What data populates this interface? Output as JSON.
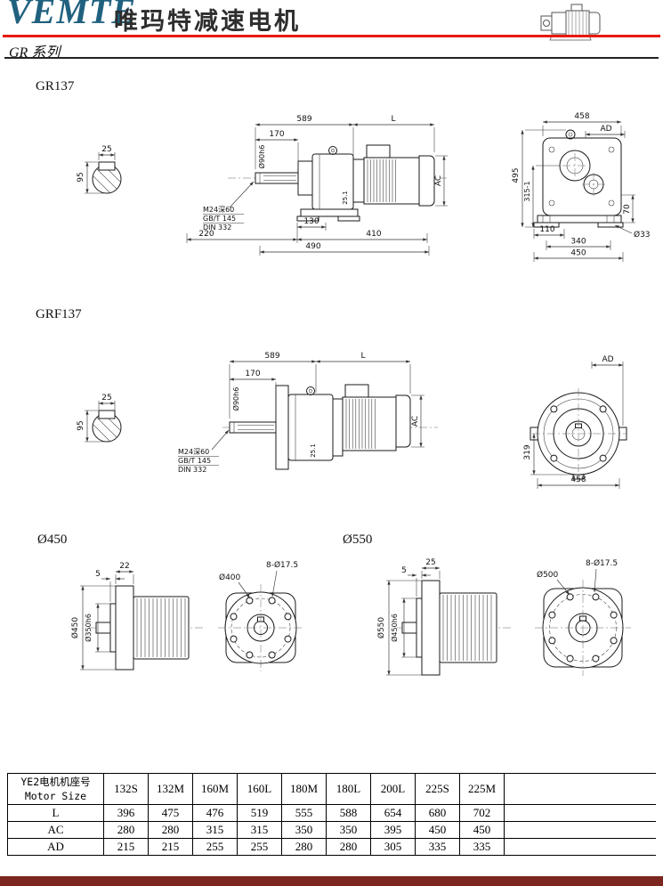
{
  "header": {
    "brand": "VEMTE",
    "brand_cn": "唯玛特减速电机",
    "series": "GR 系列"
  },
  "gr137": {
    "title": "GR137",
    "section": {
      "key": "25",
      "h": "95"
    },
    "side": {
      "len1": "589",
      "len2": "L",
      "shaft_len": "170",
      "shaft_dia": "Ø90h6",
      "ac": "AC",
      "tap1": "M24深60",
      "tap2": "GB/T 145",
      "tap3": "DIN 332",
      "d130": "130",
      "d220": "220",
      "d410": "410",
      "d490": "490",
      "d25_1": "25.1"
    },
    "end": {
      "w": "458",
      "ad": "AD",
      "h": "495",
      "ch": "315-1",
      "d70": "70",
      "d110": "110",
      "hole": "Ø33",
      "d340": "340",
      "d450": "450"
    }
  },
  "grf137": {
    "title": "GRF137",
    "section": {
      "key": "25",
      "h": "95"
    },
    "side": {
      "len1": "589",
      "len2": "L",
      "shaft_len": "170",
      "shaft_dia": "Ø90h6",
      "ac": "AC",
      "tap1": "M24深60",
      "tap2": "GB/T 145",
      "tap3": "DIN 332",
      "d25_1": "25.1"
    },
    "end": {
      "ad": "AD",
      "h": "319",
      "w": "458"
    }
  },
  "flanges": {
    "left": {
      "title": "Ø450",
      "thickness": "22",
      "lip": "5",
      "od": "Ø450",
      "spigot": "Ø350h6",
      "bolt_circle": "Ø400",
      "holes": "8-Ø17.5"
    },
    "right": {
      "title": "Ø550",
      "thickness": "25",
      "lip": "5",
      "od": "Ø550",
      "spigot": "Ø450h6",
      "bolt_circle": "Ø500",
      "holes": "8-Ø17.5"
    }
  },
  "table": {
    "col0_line1": "YE2电机机座号",
    "col0_line2": "Motor Size",
    "sizes": [
      "132S",
      "132M",
      "160M",
      "160L",
      "180M",
      "180L",
      "200L",
      "225S",
      "225M"
    ],
    "rows": [
      {
        "label": "L",
        "values": [
          "396",
          "475",
          "476",
          "519",
          "555",
          "588",
          "654",
          "680",
          "702"
        ]
      },
      {
        "label": "AC",
        "values": [
          "280",
          "280",
          "315",
          "315",
          "350",
          "350",
          "395",
          "450",
          "450"
        ]
      },
      {
        "label": "AD",
        "values": [
          "215",
          "215",
          "255",
          "255",
          "280",
          "280",
          "305",
          "335",
          "335"
        ]
      }
    ]
  }
}
